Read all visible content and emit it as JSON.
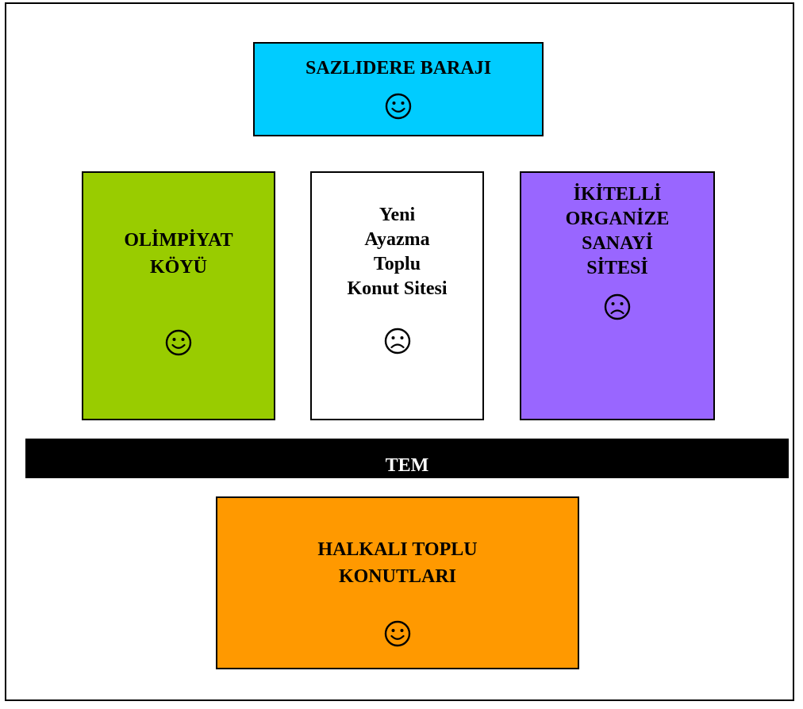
{
  "diagram": {
    "nodes": [
      {
        "id": "sazlidere",
        "lines": [
          "SAZLIDERE BARAJI"
        ],
        "face": "smiley-icon",
        "fill": "#00CCFF"
      },
      {
        "id": "olimpiyat",
        "lines": [
          "OLİMPİYAT",
          "KÖYÜ"
        ],
        "face": "smiley-icon",
        "fill": "#99CC00"
      },
      {
        "id": "ayazma",
        "lines": [
          "Yeni",
          "Ayazma",
          "Toplu",
          "Konut Sitesi"
        ],
        "face": "frowny-icon",
        "fill": "#FFFFFF"
      },
      {
        "id": "ikitelli",
        "lines": [
          "İKİTELLİ",
          "ORGANİZE",
          "SANAYİ",
          "SİTESİ"
        ],
        "face": "frowny-icon",
        "fill": "#9966FF"
      },
      {
        "id": "halkali",
        "lines": [
          "HALKALI TOPLU",
          "KONUTLARI"
        ],
        "face": "smiley-icon",
        "fill": "#FF9900"
      }
    ],
    "road": {
      "label": "TEM",
      "fill": "#000000",
      "text_color": "#FFFFFF"
    }
  }
}
